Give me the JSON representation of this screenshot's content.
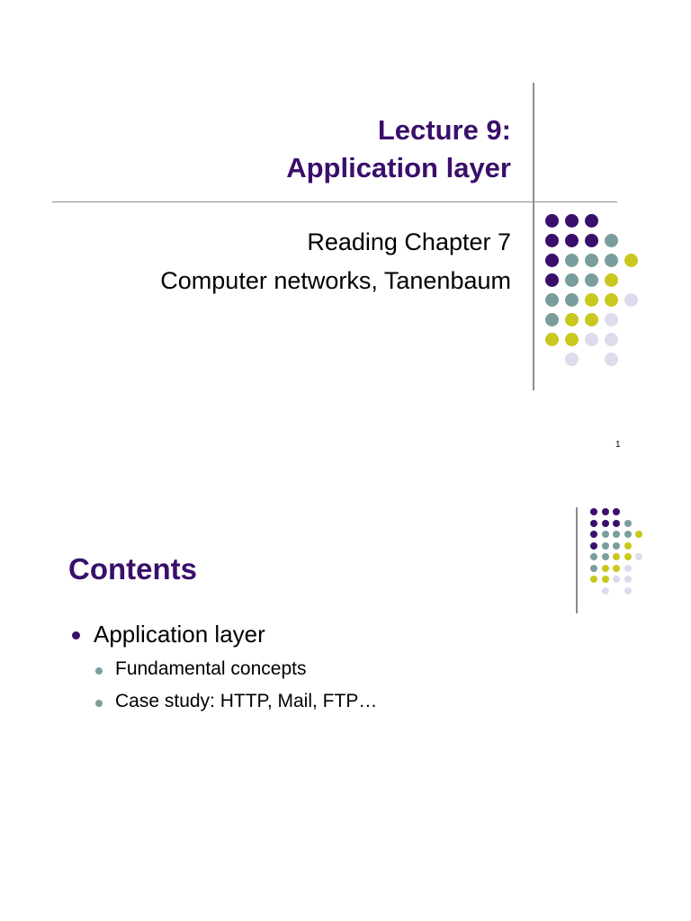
{
  "slide1": {
    "title_line1": "Lecture 9:",
    "title_line2": "Application layer",
    "subtitle_line1": "Reading Chapter 7",
    "subtitle_line2": "Computer networks, Tanenbaum",
    "page_number": "1"
  },
  "slide2": {
    "title": "Contents",
    "bullets": [
      {
        "label": "Application layer",
        "children": [
          {
            "label": "Fundamental concepts"
          },
          {
            "label": "Case study: HTTP, Mail, FTP…"
          }
        ]
      }
    ]
  },
  "colors": {
    "purple": "#3a0f6b",
    "teal": "#7a9e9e",
    "olive": "#c8c81e",
    "lavender": "#dcdcec"
  }
}
